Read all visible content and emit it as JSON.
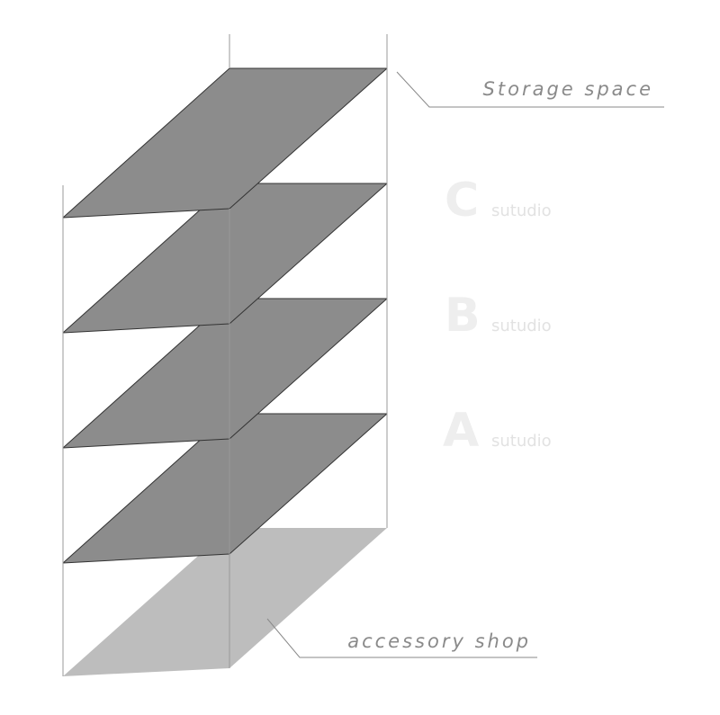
{
  "labels": {
    "top": "Storage space",
    "bottom": "accessory shop"
  },
  "floors": [
    {
      "letter": "C",
      "word": "sutudio"
    },
    {
      "letter": "B",
      "word": "sutudio"
    },
    {
      "letter": "A",
      "word": "sutudio"
    }
  ],
  "colors": {
    "slab_fill": "#8c8c8c",
    "slab_stroke": "#333333",
    "ground_fill": "#bdbdbd",
    "frame_line": "#999999",
    "callout_line": "#8a8a8a",
    "callout_text": "#8a8a8a",
    "floor_letter": "#eeeeee",
    "floor_word": "#e2e2e2"
  }
}
